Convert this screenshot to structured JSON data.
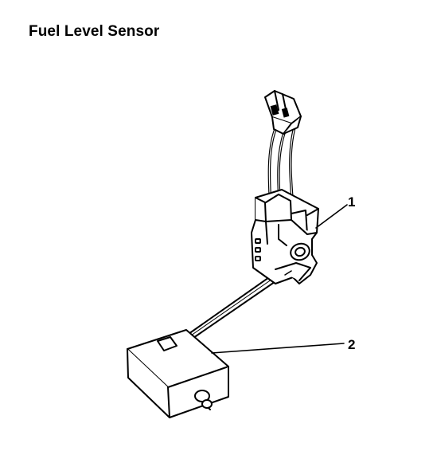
{
  "title": "Fuel Level Sensor",
  "callouts": [
    {
      "number": "1"
    },
    {
      "number": "2"
    }
  ]
}
